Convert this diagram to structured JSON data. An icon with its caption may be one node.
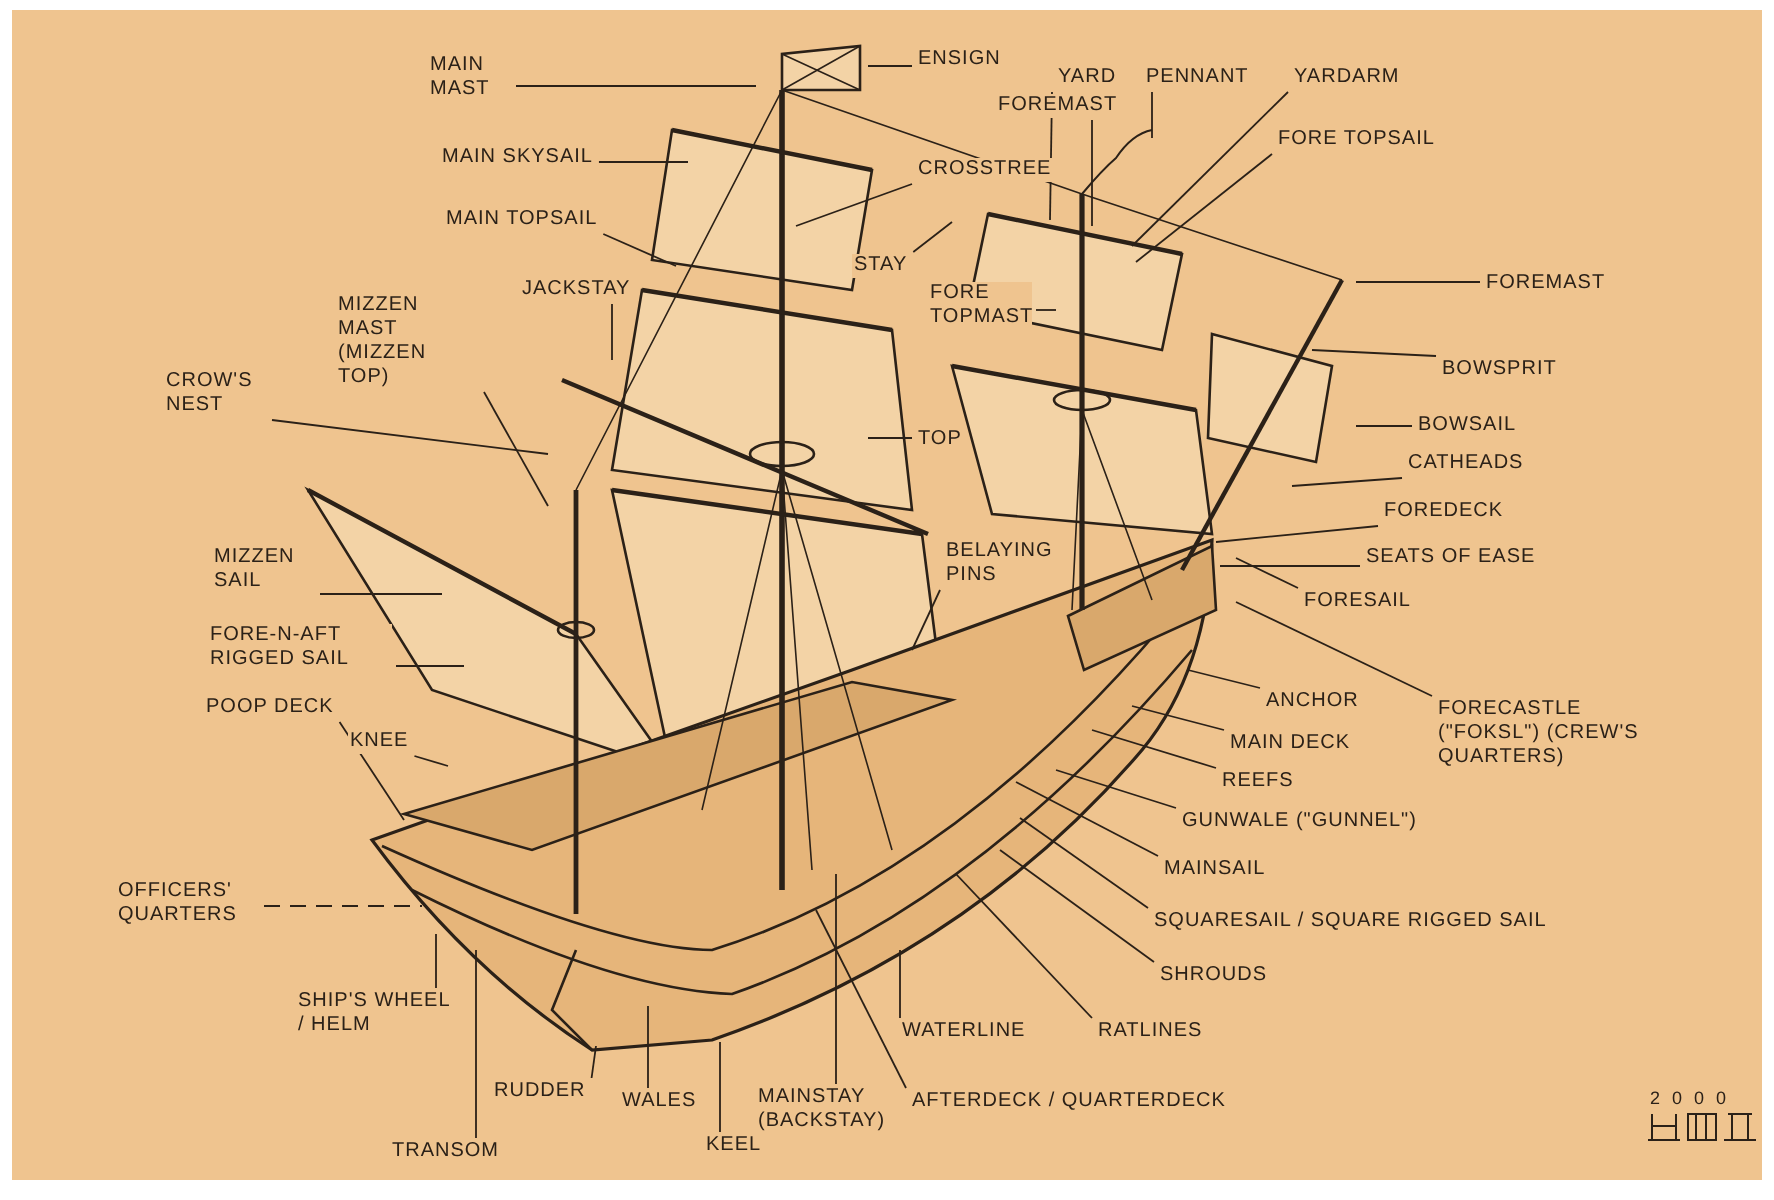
{
  "diagram": {
    "nodes": [
      {
        "text": [
          "MAIN MAST"
        ]
      },
      {
        "text": [
          "ENSIGN"
        ]
      },
      {
        "text": [
          "FOREMAST"
        ]
      },
      {
        "text": [
          "YARD"
        ]
      },
      {
        "text": [
          "PENNANT"
        ]
      },
      {
        "text": [
          "YARDARM"
        ]
      },
      {
        "text": [
          "CROSSTREE"
        ]
      },
      {
        "text": [
          "FORE TOPSAIL"
        ]
      },
      {
        "text": [
          "MAIN SKYSAIL"
        ]
      },
      {
        "text": [
          "MAIN TOPSAIL"
        ]
      },
      {
        "text": [
          "STAY"
        ]
      },
      {
        "text": [
          "JACKSTAY"
        ]
      },
      {
        "text": [
          "FORE TOPMAST"
        ]
      },
      {
        "text": [
          "FOREMAST"
        ]
      },
      {
        "text": [
          "MIZZEN MAST (MIZZEN TOP)"
        ]
      },
      {
        "text": [
          "BOWSPRIT"
        ]
      },
      {
        "text": [
          "CROW'S NEST"
        ]
      },
      {
        "text": [
          "TOP"
        ]
      },
      {
        "text": [
          "BOWSAIL"
        ]
      },
      {
        "text": [
          "CATHEADS"
        ]
      },
      {
        "text": [
          "FOREDECK"
        ]
      },
      {
        "text": [
          "SEATS OF EASE"
        ]
      },
      {
        "text": [
          "FORESAIL"
        ]
      },
      {
        "text": [
          "MIZZEN SAIL"
        ]
      },
      {
        "text": [
          "FORE-N-AFT RIGGED SAIL"
        ]
      },
      {
        "text": [
          "BELAYING PINS"
        ]
      },
      {
        "text": [
          "POOP DECK"
        ]
      },
      {
        "text": [
          "KNEE"
        ]
      },
      {
        "text": [
          "ANCHOR"
        ]
      },
      {
        "text": [
          "FORECASTLE (\"FOKSL\") (CREW'S QUARTERS)"
        ]
      },
      {
        "text": [
          "MAIN DECK"
        ]
      },
      {
        "text": [
          "REEFS"
        ]
      },
      {
        "text": [
          "GUNWALE (\"GUNNEL\")"
        ]
      },
      {
        "text": [
          "MAINSAIL"
        ]
      },
      {
        "text": [
          "OFFICERS' QUARTERS"
        ]
      },
      {
        "text": [
          "SQUARESAIL / SQUARE RIGGED SAIL"
        ]
      },
      {
        "text": [
          "SHROUDS"
        ]
      },
      {
        "text": [
          "SHIP'S WHEEL / HELM"
        ]
      },
      {
        "text": [
          "WATERLINE"
        ]
      },
      {
        "text": [
          "RATLINES"
        ]
      },
      {
        "text": [
          "RUDDER"
        ]
      },
      {
        "text": [
          "WALES"
        ]
      },
      {
        "text": [
          "MAINSTAY (BACKSTAY)"
        ]
      },
      {
        "text": [
          "AFTERDECK / QUARTERDECK"
        ]
      },
      {
        "text": [
          "KEEL"
        ]
      },
      {
        "text": [
          "TRANSOM"
        ]
      }
    ],
    "edges": [
      {
        "from": 0,
        "to": null,
        "arrow": "none"
      },
      {
        "from": 1,
        "to": null,
        "arrow": "none"
      },
      {
        "from": 2,
        "to": null,
        "arrow": "none"
      },
      {
        "from": 3,
        "to": null,
        "arrow": "none"
      },
      {
        "from": 4,
        "to": null,
        "arrow": "none"
      },
      {
        "from": 5,
        "to": null,
        "arrow": "none"
      },
      {
        "from": 6,
        "to": null,
        "arrow": "none"
      },
      {
        "from": 7,
        "to": null,
        "arrow": "none"
      },
      {
        "from": 8,
        "to": null,
        "arrow": "none"
      },
      {
        "from": 9,
        "to": null,
        "arrow": "none"
      },
      {
        "from": 10,
        "to": null,
        "arrow": "none"
      },
      {
        "from": 11,
        "to": null,
        "arrow": "none"
      },
      {
        "from": 12,
        "to": null,
        "arrow": "none"
      },
      {
        "from": 13,
        "to": null,
        "arrow": "none"
      },
      {
        "from": 14,
        "to": null,
        "arrow": "none"
      },
      {
        "from": 15,
        "to": null,
        "arrow": "none"
      },
      {
        "from": 16,
        "to": null,
        "arrow": "none"
      },
      {
        "from": 17,
        "to": null,
        "arrow": "none"
      },
      {
        "from": 18,
        "to": null,
        "arrow": "none"
      },
      {
        "from": 19,
        "to": null,
        "arrow": "none"
      },
      {
        "from": 20,
        "to": null,
        "arrow": "none"
      },
      {
        "from": 21,
        "to": null,
        "arrow": "none"
      },
      {
        "from": 22,
        "to": null,
        "arrow": "none"
      },
      {
        "from": 23,
        "to": null,
        "arrow": "none"
      },
      {
        "from": 24,
        "to": null,
        "arrow": "none"
      },
      {
        "from": 25,
        "to": null,
        "arrow": "none"
      },
      {
        "from": 26,
        "to": null,
        "arrow": "none"
      },
      {
        "from": 27,
        "to": null,
        "arrow": "none"
      },
      {
        "from": 28,
        "to": null,
        "arrow": "none"
      },
      {
        "from": 29,
        "to": null,
        "arrow": "none"
      },
      {
        "from": 30,
        "to": null,
        "arrow": "none"
      },
      {
        "from": 31,
        "to": null,
        "arrow": "none"
      },
      {
        "from": 32,
        "to": null,
        "arrow": "none"
      },
      {
        "from": 33,
        "to": null,
        "arrow": "none"
      },
      {
        "from": 34,
        "to": null,
        "arrow": "none",
        "style": "dashed"
      },
      {
        "from": 35,
        "to": null,
        "arrow": "none"
      },
      {
        "from": 36,
        "to": null,
        "arrow": "none"
      },
      {
        "from": 37,
        "to": null,
        "arrow": "none"
      },
      {
        "from": 38,
        "to": null,
        "arrow": "none"
      },
      {
        "from": 39,
        "to": null,
        "arrow": "none"
      },
      {
        "from": 40,
        "to": null,
        "arrow": "none"
      },
      {
        "from": 41,
        "to": null,
        "arrow": "none"
      },
      {
        "from": 42,
        "to": null,
        "arrow": "none"
      },
      {
        "from": 43,
        "to": null,
        "arrow": "none"
      },
      {
        "from": 44,
        "to": null,
        "arrow": "none"
      },
      {
        "from": 45,
        "to": null,
        "arrow": "none"
      }
    ],
    "labels": [
      "2000"
    ]
  }
}
